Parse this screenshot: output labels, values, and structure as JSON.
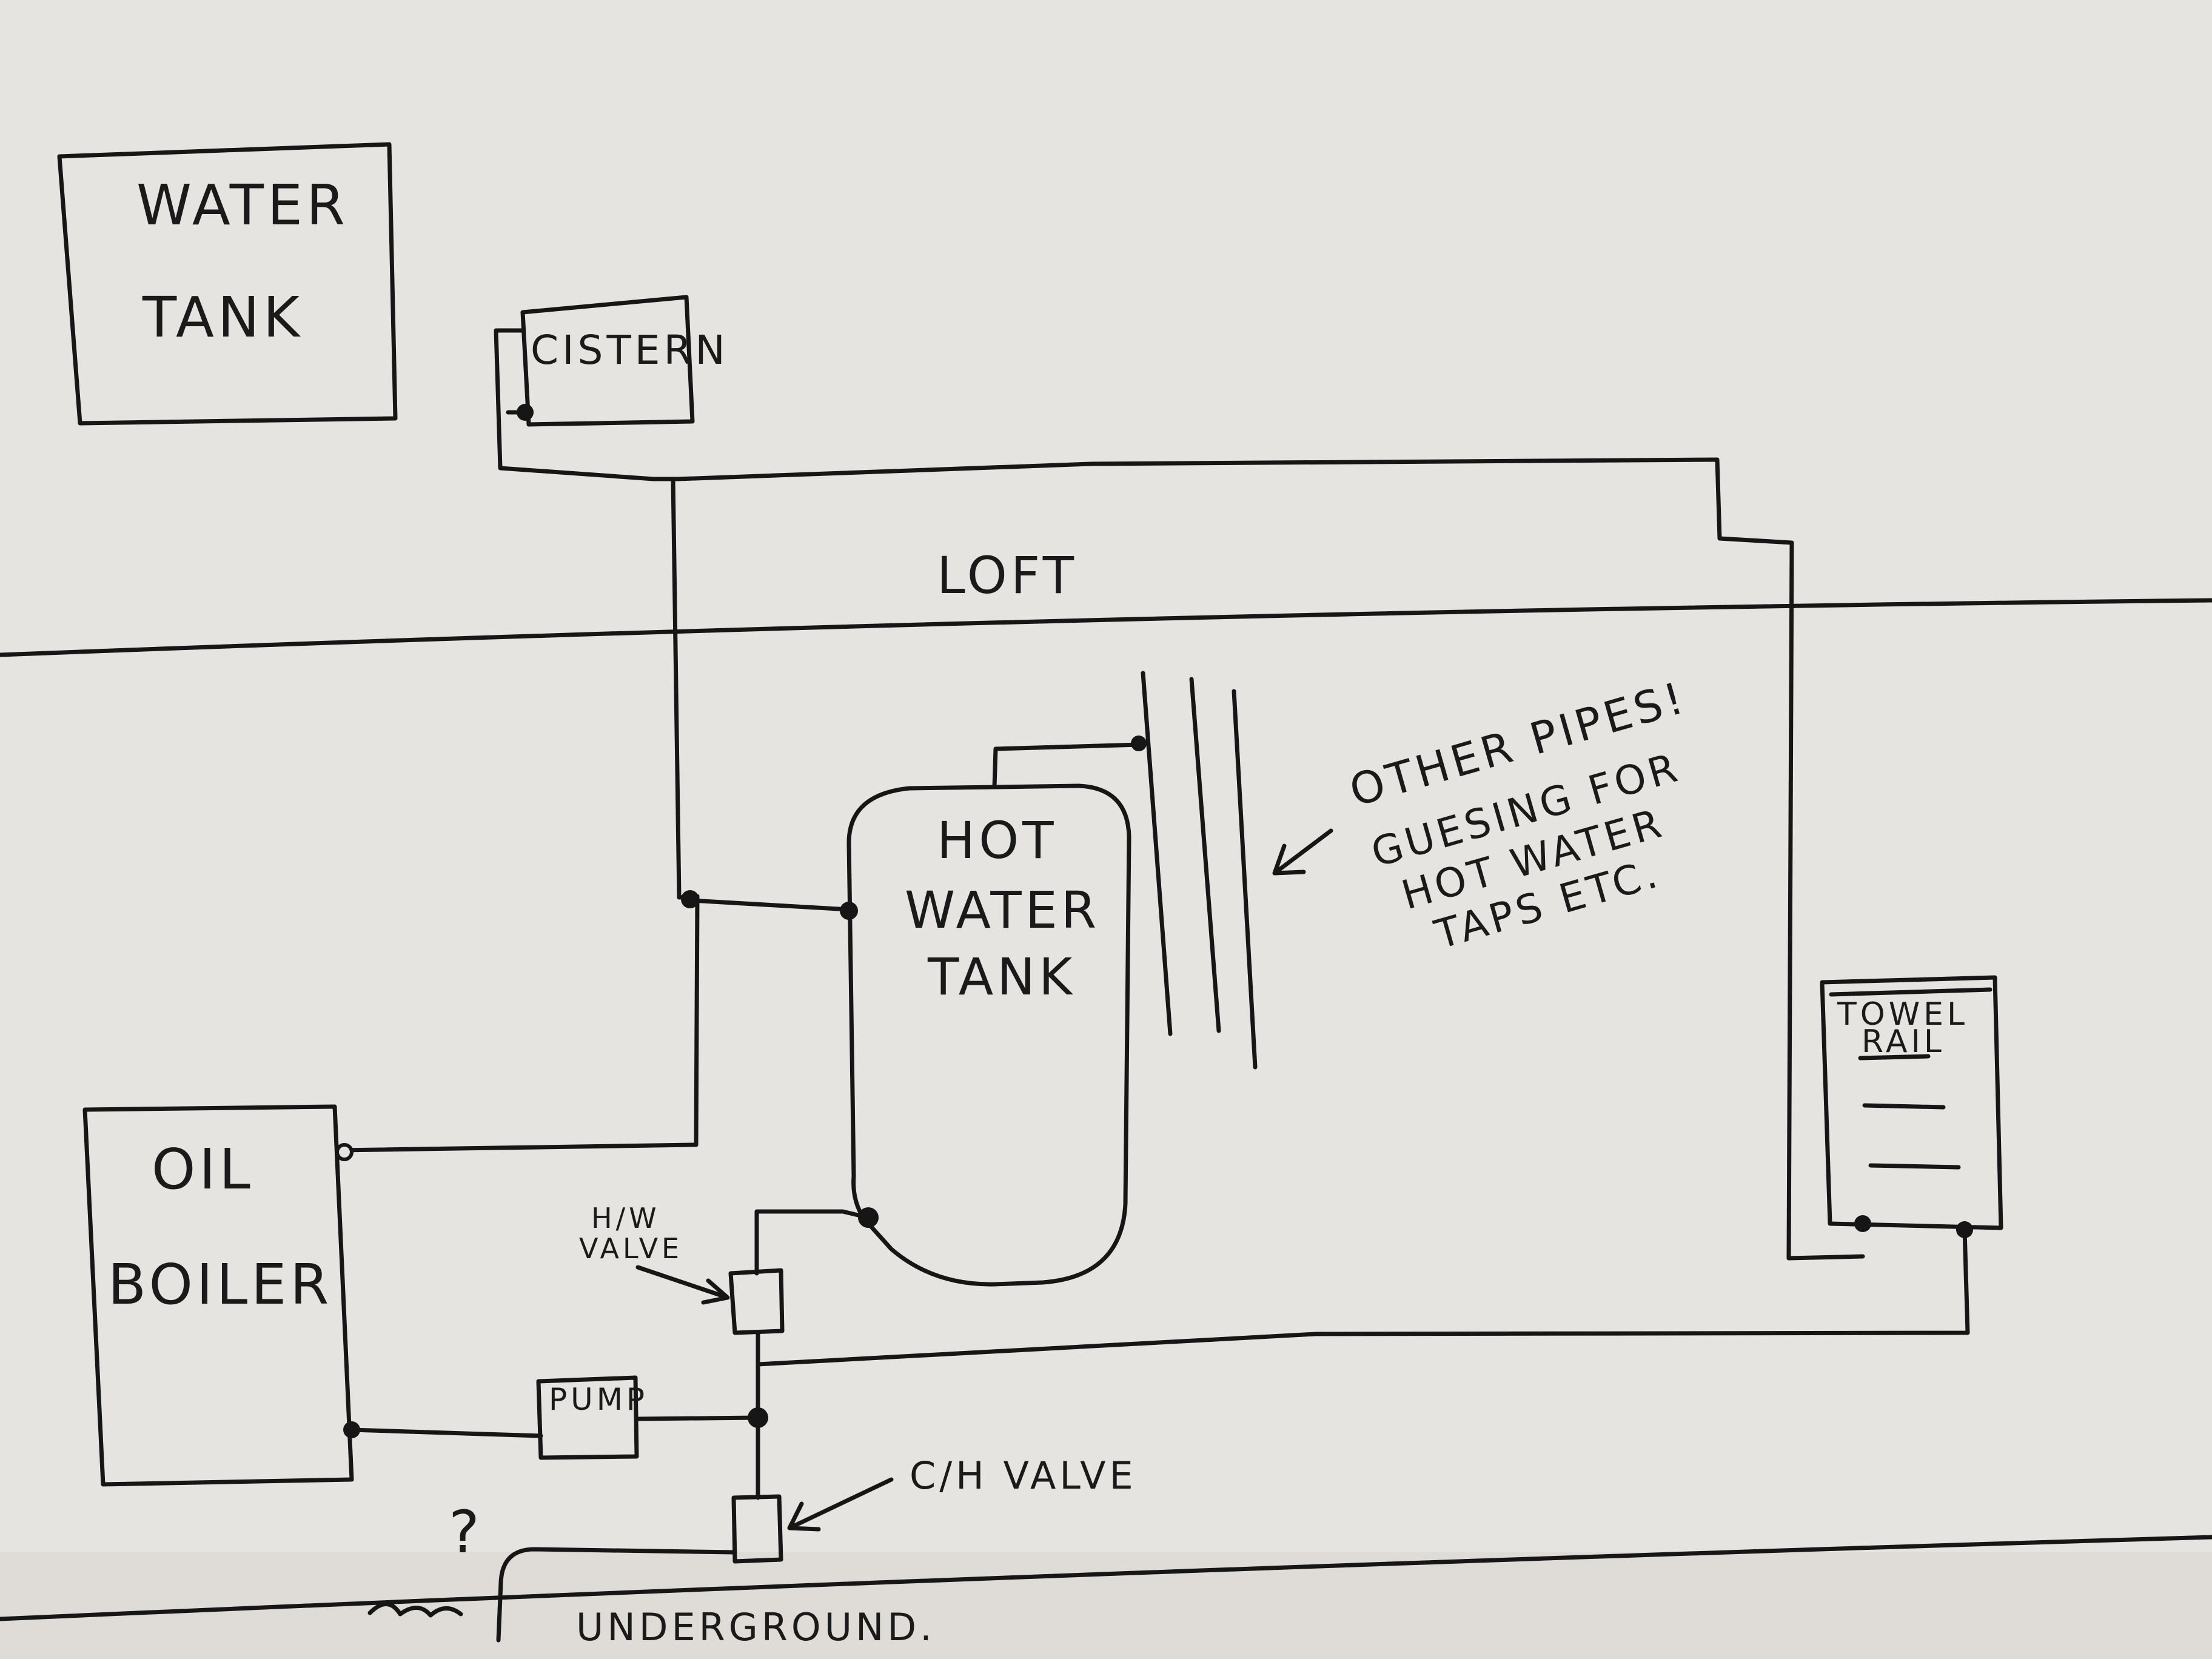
{
  "labels": {
    "water_tank_line1": "WATER",
    "water_tank_line2": "TANK",
    "cistern": "CISTERN",
    "loft": "LOFT",
    "hot_water_tank_line1": "HOT",
    "hot_water_tank_line2": "WATER",
    "hot_water_tank_line3": "TANK",
    "note_line1": "OTHER PIPES!",
    "note_line2": "GUESING FOR",
    "note_line3": "HOT WATER",
    "note_line4": "TAPS ETC.",
    "towel_rail_line1": "TOWEL",
    "towel_rail_line2": "RAIL",
    "oil_boiler_line1": "OIL",
    "oil_boiler_line2": "BOILER",
    "hw_valve_line1": "H/W",
    "hw_valve_line2": "VALVE",
    "pump": "PUMP",
    "ch_valve": "C/H VALVE",
    "question_mark": "?",
    "underground": "UNDERGROUND."
  },
  "colors": {
    "paper": "#e6e4e1",
    "ink": "#161616"
  }
}
